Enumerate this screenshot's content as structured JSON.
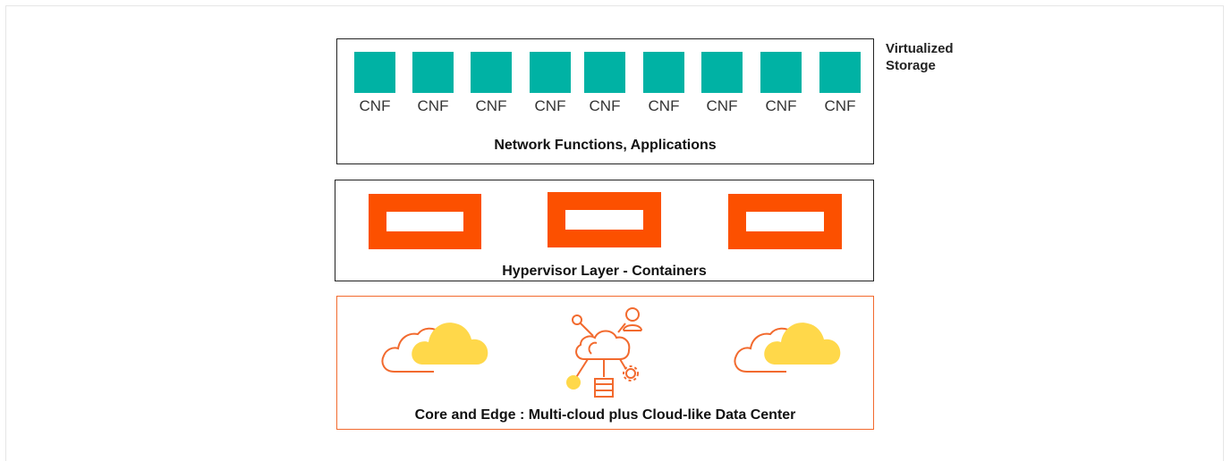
{
  "side_label": {
    "line1": "Virtualized",
    "line2": "Storage"
  },
  "cnf_layer": {
    "items": [
      "CNF",
      "CNF",
      "CNF",
      "CNF",
      "CNF",
      "CNF",
      "CNF",
      "CNF",
      "CNF"
    ],
    "title": "Network Functions, Applications"
  },
  "hypervisor_layer": {
    "title": "Hypervisor Layer - Containers",
    "container_count": 3
  },
  "core_layer": {
    "title": "Core and Edge : Multi-cloud plus Cloud-like Data Center",
    "icons": [
      "cloud-icon",
      "cloud-network-icon",
      "cloud-icon"
    ]
  },
  "colors": {
    "cnf_teal": "#00b2a4",
    "container_orange": "#fc5000",
    "cloud_yellow": "#ffd84a",
    "outline_orange": "#f26a2e"
  }
}
